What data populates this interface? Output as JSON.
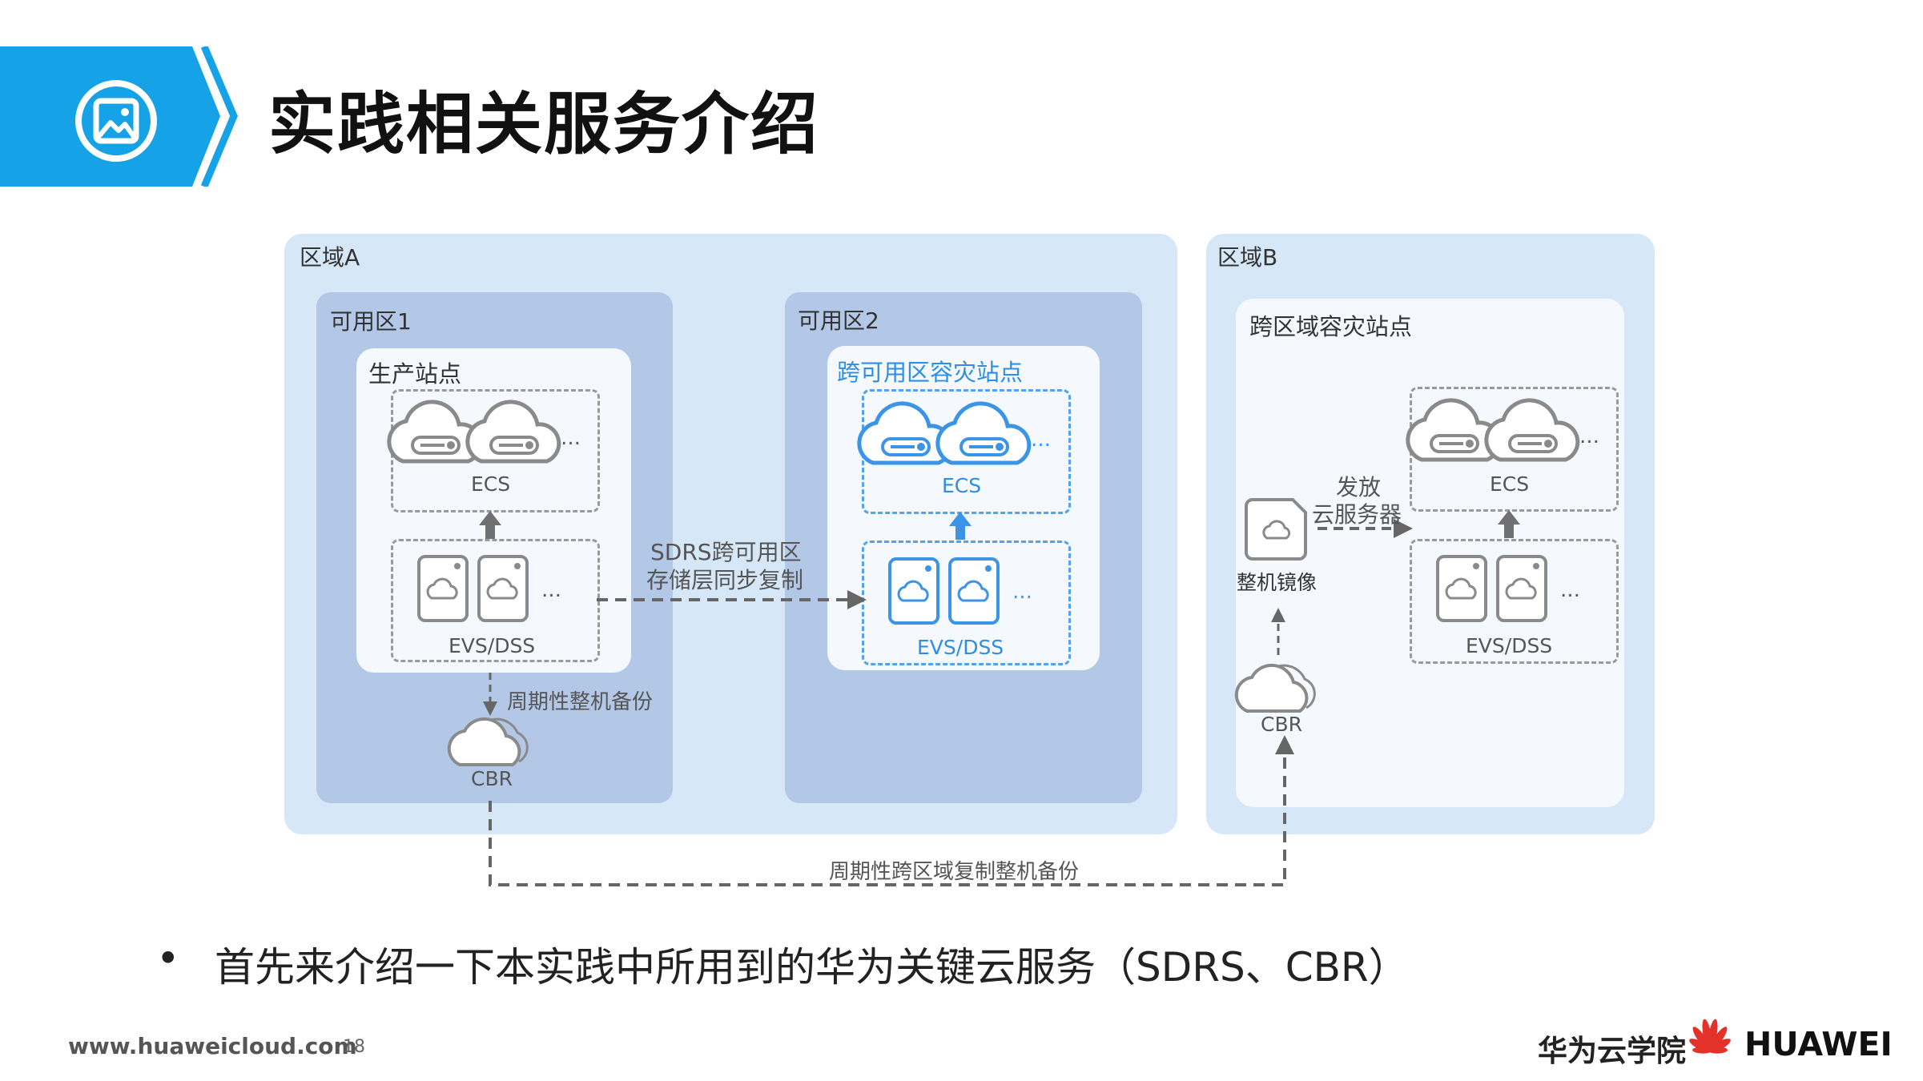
{
  "title": "实践相关服务介绍",
  "header_icon": "image-icon",
  "colors": {
    "accent": "#15a2e6",
    "region_bg": "#d6e7f8",
    "zone_bg": "#b2c8e6",
    "blue_icon": "#3b94e6",
    "gray_icon": "#8a8a8a"
  },
  "diagram": {
    "region_a": {
      "label": "区域A",
      "zone1": {
        "label": "可用区1",
        "site_label": "生产站点",
        "ecs_label": "ECS",
        "evs_label": "EVS/DSS",
        "cbr_label": "CBR"
      },
      "zone2": {
        "label": "可用区2",
        "site_label": "跨可用区容灾站点",
        "ecs_label": "ECS",
        "evs_label": "EVS/DSS"
      }
    },
    "region_b": {
      "label": "区域B",
      "site_label": "跨区域容灾站点",
      "ecs_label": "ECS",
      "evs_label": "EVS/DSS",
      "image_label": "整机镜像",
      "cbr_label": "CBR",
      "provision_line1": "发放",
      "provision_line2": "云服务器"
    },
    "ellipsis": "…",
    "sdrs_line1": "SDRS跨可用区",
    "sdrs_line2": "存储层同步复制",
    "backup_label": "周期性整机备份",
    "cross_region_label": "周期性跨区域复制整机备份"
  },
  "bullet_marker": "•",
  "bullet": "首先来介绍一下本实践中所用到的华为关键云服务（SDRS、CBR）",
  "footer": {
    "url": "www.huaweicloud.com",
    "page": "18",
    "brand_cn": "华为云学院",
    "brand_en": "HUAWEI",
    "logo_icon": "huawei-flower-logo"
  }
}
